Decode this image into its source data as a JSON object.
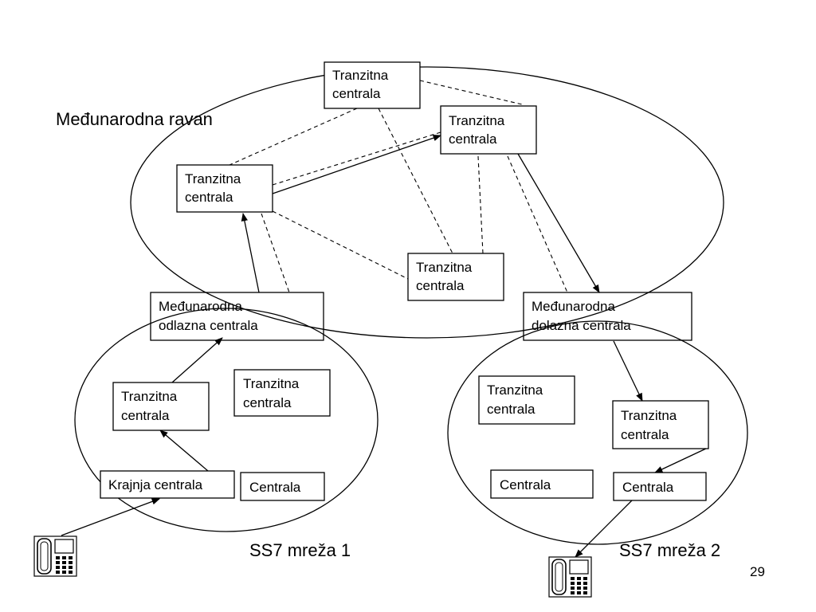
{
  "title": "Međunarodna ravan",
  "network1_label": "SS7 mreža 1",
  "network2_label": "SS7 mreža 2",
  "page_number": "29",
  "boxes": {
    "int_top": [
      "Tranzitna",
      "centrala"
    ],
    "int_right": [
      "Tranzitna",
      "centrala"
    ],
    "int_left": [
      "Tranzitna",
      "centrala"
    ],
    "int_bottom": [
      "Tranzitna",
      "centrala"
    ],
    "intl_out": [
      "Međunarodna",
      "odlazna centrala"
    ],
    "intl_in": [
      "Međunarodna",
      "dolazna centrala"
    ],
    "n1_tranzit_a": [
      "Tranzitna",
      "centrala"
    ],
    "n1_tranzit_b": [
      "Tranzitna",
      "centrala"
    ],
    "n1_krajnja": [
      "Krajnja centrala"
    ],
    "n1_centrala": [
      "Centrala"
    ],
    "n2_tranzit_a": [
      "Tranzitna",
      "centrala"
    ],
    "n2_tranzit_b": [
      "Tranzitna",
      "centrala"
    ],
    "n2_centrala_a": [
      "Centrala"
    ],
    "n2_centrala_b": [
      "Centrala"
    ]
  },
  "icons": [
    "telephone-icon",
    "telephone-icon"
  ]
}
